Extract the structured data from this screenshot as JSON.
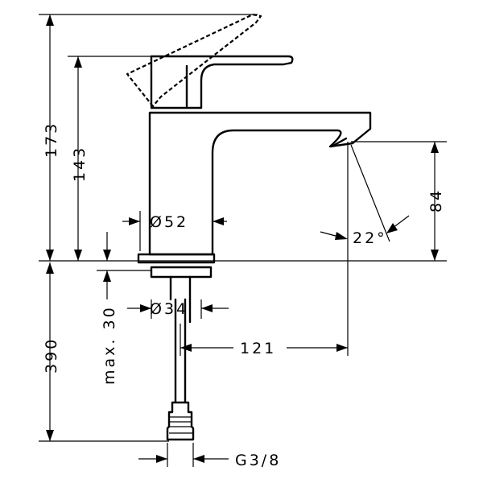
{
  "dimensions": {
    "overall_height": "173",
    "spout_height": "143",
    "outlet_height": "84",
    "body_diameter": "Ø52",
    "thread_diameter": "Ø34",
    "max_thickness": "max. 30",
    "reach": "121",
    "angle": "22°",
    "hose_length": "390",
    "connection": "G3/8"
  }
}
